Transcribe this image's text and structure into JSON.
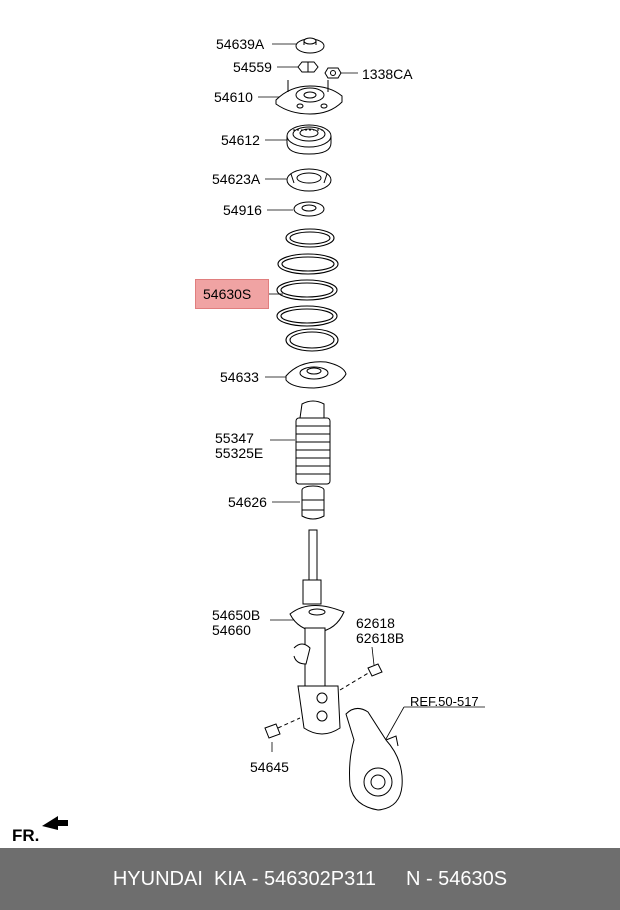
{
  "labels": {
    "p54639A": "54639A",
    "p54559": "54559",
    "p1338CA": "1338CA",
    "p54610": "54610",
    "p54612": "54612",
    "p54623A": "54623A",
    "p54916": "54916",
    "p54630S": "54630S",
    "p54633": "54633",
    "p55347": "55347",
    "p55325E": "55325E",
    "p54626": "54626",
    "p54650B": "54650B",
    "p54660": "54660",
    "p62618": "62618",
    "p62618B": "62618B",
    "ref": "REF.50-517",
    "p54645": "54645"
  },
  "direction": "FR.",
  "footer": {
    "brand": "HYUNDAI  KIA",
    "part": " - 546302P311",
    "number": "N - 54630S"
  },
  "highlight_color": "#f0a3a3",
  "footer_color": "#6e6e6e"
}
